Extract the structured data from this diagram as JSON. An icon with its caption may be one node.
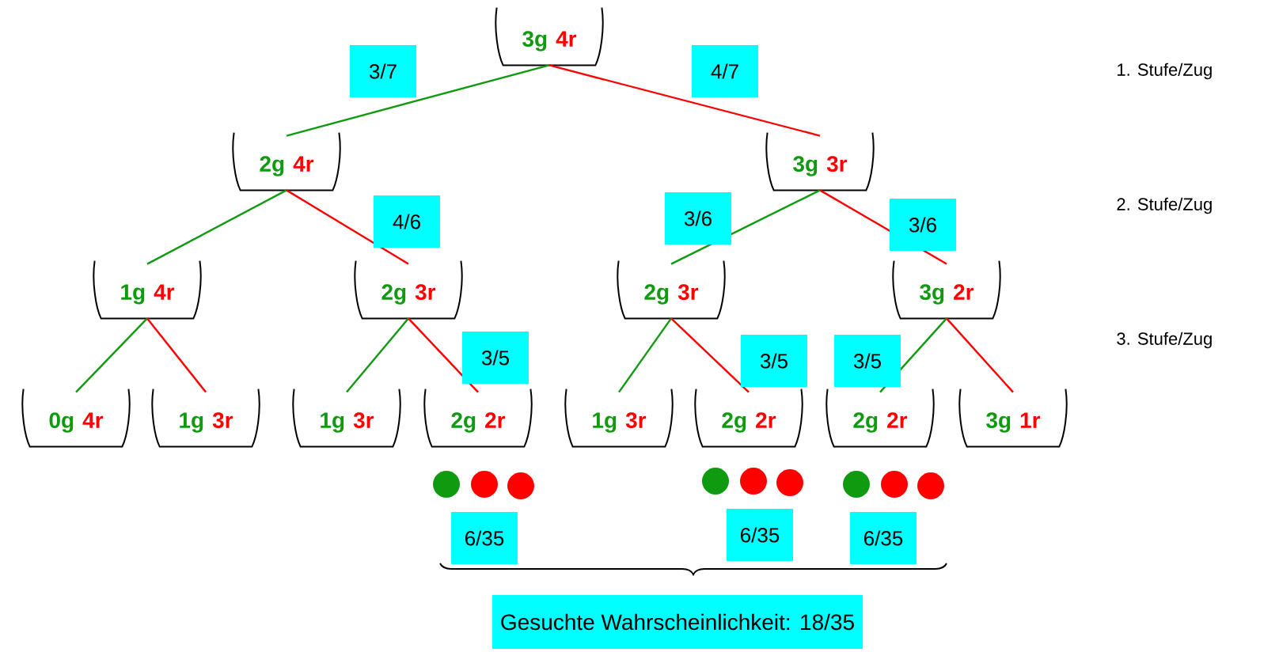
{
  "diagram": {
    "nodes": [
      {
        "text": [
          "3g",
          "4r"
        ]
      },
      {
        "text": [
          "2g",
          "4r"
        ]
      },
      {
        "text": [
          "3g",
          "3r"
        ]
      },
      {
        "text": [
          "1g",
          "4r"
        ]
      },
      {
        "text": [
          "2g",
          "3r"
        ]
      },
      {
        "text": [
          "2g",
          "3r"
        ]
      },
      {
        "text": [
          "3g",
          "2r"
        ]
      },
      {
        "text": [
          "0g",
          "4r"
        ]
      },
      {
        "text": [
          "1g",
          "3r"
        ]
      },
      {
        "text": [
          "1g",
          "3r"
        ]
      },
      {
        "text": [
          "2g",
          "2r"
        ]
      },
      {
        "text": [
          "1g",
          "3r"
        ]
      },
      {
        "text": [
          "2g",
          "2r"
        ]
      },
      {
        "text": [
          "2g",
          "2r"
        ]
      },
      {
        "text": [
          "3g",
          "1r"
        ]
      }
    ],
    "edges": [
      {
        "from": 0,
        "to": 1,
        "arrow": "none",
        "color": "#109a10",
        "label": "3/7"
      },
      {
        "from": 0,
        "to": 2,
        "arrow": "none",
        "color": "#ff0000",
        "label": "4/7"
      },
      {
        "from": 1,
        "to": 3,
        "arrow": "none",
        "color": "#109a10"
      },
      {
        "from": 1,
        "to": 4,
        "arrow": "none",
        "color": "#ff0000",
        "label": "4/6"
      },
      {
        "from": 2,
        "to": 5,
        "arrow": "none",
        "color": "#109a10",
        "label": "3/6"
      },
      {
        "from": 2,
        "to": 6,
        "arrow": "none",
        "color": "#ff0000",
        "label": "3/6"
      },
      {
        "from": 3,
        "to": 7,
        "arrow": "none",
        "color": "#109a10"
      },
      {
        "from": 3,
        "to": 8,
        "arrow": "none",
        "color": "#ff0000"
      },
      {
        "from": 4,
        "to": 9,
        "arrow": "none",
        "color": "#109a10"
      },
      {
        "from": 4,
        "to": 10,
        "arrow": "none",
        "color": "#ff0000",
        "label": "3/5"
      },
      {
        "from": 5,
        "to": 11,
        "arrow": "none",
        "color": "#109a10"
      },
      {
        "from": 5,
        "to": 12,
        "arrow": "none",
        "color": "#ff0000",
        "label": "3/5"
      },
      {
        "from": 6,
        "to": 13,
        "arrow": "none",
        "color": "#109a10",
        "label": "3/5"
      },
      {
        "from": 6,
        "to": 14,
        "arrow": "none",
        "color": "#ff0000"
      }
    ],
    "labels": [
      "1. Stufe/Zug",
      "2. Stufe/Zug",
      "3. Stufe/Zug",
      "6/35",
      "6/35",
      "6/35",
      "Gesuchte Wahrscheinlichkeit:  18/35"
    ]
  }
}
